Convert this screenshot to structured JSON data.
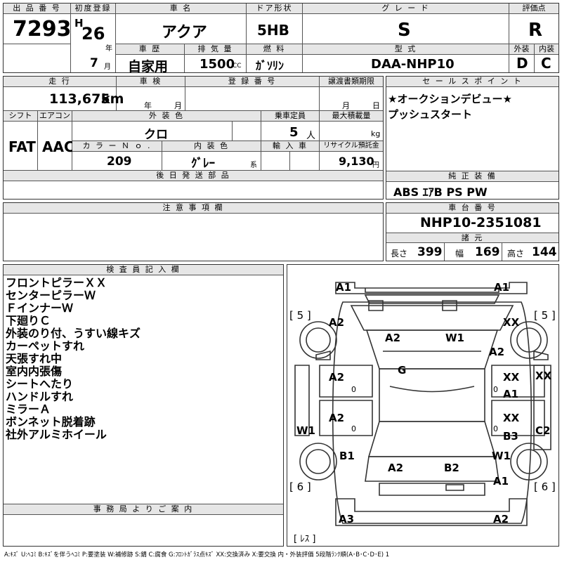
{
  "header": {
    "lot_no_label": "出 品 番 号",
    "lot_no": "7293",
    "first_reg_label": "初度登録",
    "era": "H",
    "year": "26",
    "year_unit": "年",
    "month": "7",
    "month_unit": "月",
    "car_name_label": "車 名",
    "car_name": "アクア",
    "history_label": "車 歴",
    "history": "自家用",
    "displacement_label": "排 気 量",
    "displacement": "1500",
    "displacement_unit": "CC",
    "door_label": "ドア形状",
    "door": "5HB",
    "fuel_label": "燃 料",
    "fuel": "ｶﾞｿﾘﾝ",
    "grade_label": "グ レ ー ド",
    "grade": "S",
    "model_label": "型 式",
    "model": "DAA-NHP10",
    "score_label": "評価点",
    "score": "R",
    "ext_label": "外装",
    "ext": "D",
    "int_label": "内装",
    "int": "C"
  },
  "row2": {
    "mileage_label": "走 行",
    "mileage": "113,675",
    "mileage_unit": "km",
    "inspection_label": "車 検",
    "insp_year_unit": "年",
    "insp_month_unit": "月",
    "regno_label": "登 録 番 号",
    "transfer_label": "譲渡書類期限",
    "transfer_month_unit": "月",
    "transfer_day_unit": "日",
    "shift_label": "シフト",
    "shift": "FAT",
    "ac_label": "エアコン",
    "ac": "AAC",
    "color_label": "外 装 色",
    "color": "クロ",
    "capacity_label": "乗車定員",
    "capacity": "5",
    "capacity_unit": "人",
    "load_label": "最大積載量",
    "load_unit": "kg",
    "colorno_label": "カ ラ ー Ｎ ｏ .",
    "colorno": "209",
    "interior_label": "内 装 色",
    "interior": "ｸﾞﾚｰ",
    "interior_unit": "系",
    "import_label": "輸 入 車",
    "recycle_label": "リサイクル預託金",
    "recycle": "9,130",
    "recycle_unit": "円",
    "later_label": "後 日 発 送 部 品"
  },
  "sales": {
    "label": "セ ー ル ス ポ イ ン ト",
    "lines": [
      "★オークションデビュー★",
      "プッシュスタート"
    ]
  },
  "equipment": {
    "label": "純 正 装 備",
    "value": "ABS ｴｱB PS PW"
  },
  "caution": {
    "label": "注 意 事 項 欄"
  },
  "chassis": {
    "label": "車 台 番 号",
    "value": "NHP10-2351081",
    "spec_label": "諸 元",
    "length_label": "長さ",
    "length": "399",
    "width_label": "幅",
    "width": "169",
    "height_label": "高さ",
    "height": "144"
  },
  "inspector": {
    "label": "検 査 員 記 入 欄",
    "notes": [
      "フロントピラーＸＸ",
      "センターピラーＷ",
      "ＦインナーＷ",
      "下廻りＣ",
      "外装のり付、うすい線キズ",
      "カーペットすれ",
      "天張すれ中",
      "室内内張傷",
      "シートへたり",
      "ハンドルすれ",
      "ミラーＡ",
      "ボンネット脱着跡",
      "社外アルミホイール"
    ]
  },
  "office": {
    "label": "事 務 局 よ り ご 案 内"
  },
  "legend": "A:ｷｽﾞ U:ﾍｺﾐ B:ｷｽﾞを伴うﾍｺﾐ P:要塗装 W:補修跡 S:錆 C:腐食 G:ﾌﾛﾝﾄｶﾞﾗｽ点ｷｽﾞ XX:交換済み X:要交換 内・外装評価 5段階ﾗﾝｸ順(A･B･C･D･E) 1",
  "diagram": {
    "marks": {
      "a1_tl": "A1",
      "a1_tr": "A1",
      "five_l": "[ 5 ]",
      "five_r": "[ 5 ]",
      "a2_lf": "A2",
      "xx_rf": "XX",
      "a2_hood_l": "A2",
      "w1_hood_r": "W1",
      "a2_rf_fender": "A2",
      "g_glass": "G",
      "a2_door_lf": "A2",
      "xx_door_rf": "XX",
      "xx_pillar": "XX",
      "a1_door_rf": "A1",
      "zero_l1": "0",
      "zero_r1": "0",
      "a2_door_lr": "A2",
      "xx_door_rr": "XX",
      "b3_door_rr": "B3",
      "zero_l2": "0",
      "zero_r2": "0",
      "w1_l": "W1",
      "c2_r": "C2",
      "b1_lr": "B1",
      "w1_rr": "W1",
      "a2_trunk_l": "A2",
      "b2_trunk_r": "B2",
      "a1_rr": "A1",
      "six_l": "[ 6 ]",
      "six_r": "[ 6 ]",
      "a3_bl": "A3",
      "a2_br": "A2",
      "res": "[ ﾚｽ ]"
    }
  }
}
